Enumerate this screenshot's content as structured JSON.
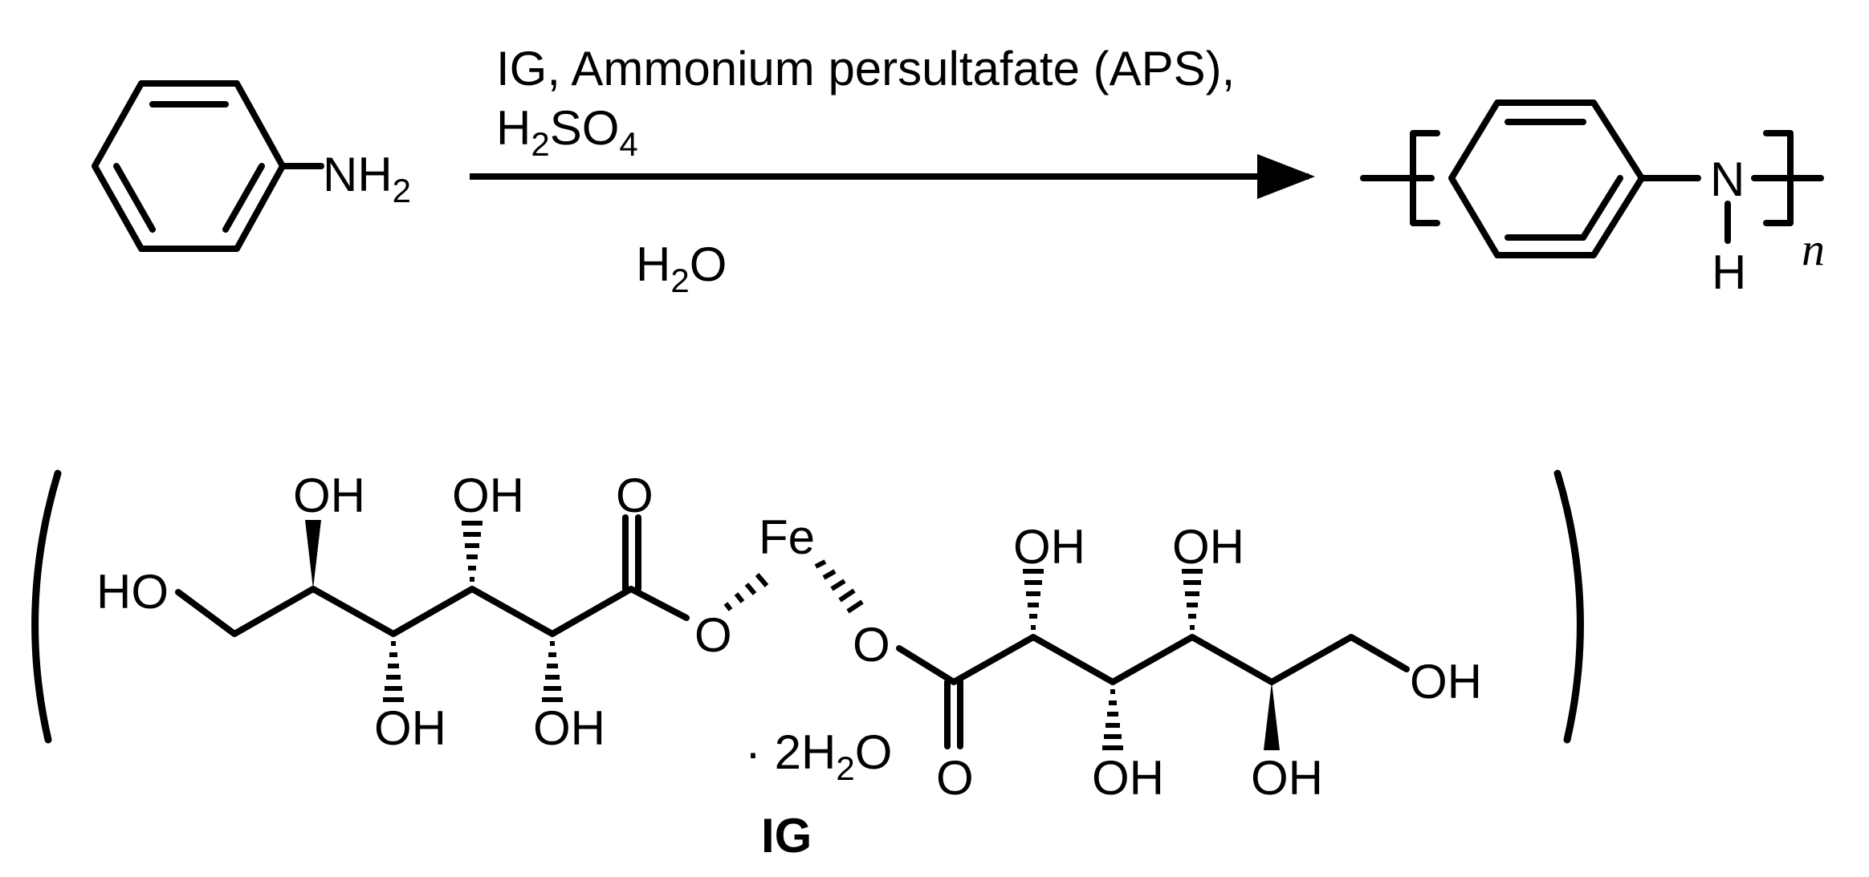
{
  "reaction": {
    "reactant": {
      "group_main": "NH",
      "group_sub": "2"
    },
    "conditions": {
      "line1": "IG, Ammonium persultafate (APS),",
      "line2_main": "H",
      "line2_sub": "2",
      "line2_main2": "SO",
      "line2_sub2": "4",
      "solvent_main": "H",
      "solvent_sub": "2",
      "solvent_main2": "O"
    },
    "product": {
      "n_atom": "N",
      "h_atom": "H",
      "repeat": "n"
    }
  },
  "ig": {
    "label": "IG",
    "metal": "Fe",
    "hydrate_main": "· 2H",
    "hydrate_sub": "2",
    "hydrate_main2": "O",
    "left_ligand": {
      "ho_end": "HO",
      "oh_up_1": "OH",
      "oh_up_2": "OH",
      "carbonyl_o": "O",
      "ester_o": "O",
      "oh_down_1": "OH",
      "oh_down_2": "OH"
    },
    "right_ligand": {
      "ester_o": "O",
      "oh_up_1": "OH",
      "oh_up_2": "OH",
      "oh_end": "OH",
      "carbonyl_o": "O",
      "oh_down_1": "OH",
      "oh_down_2": "OH"
    }
  }
}
